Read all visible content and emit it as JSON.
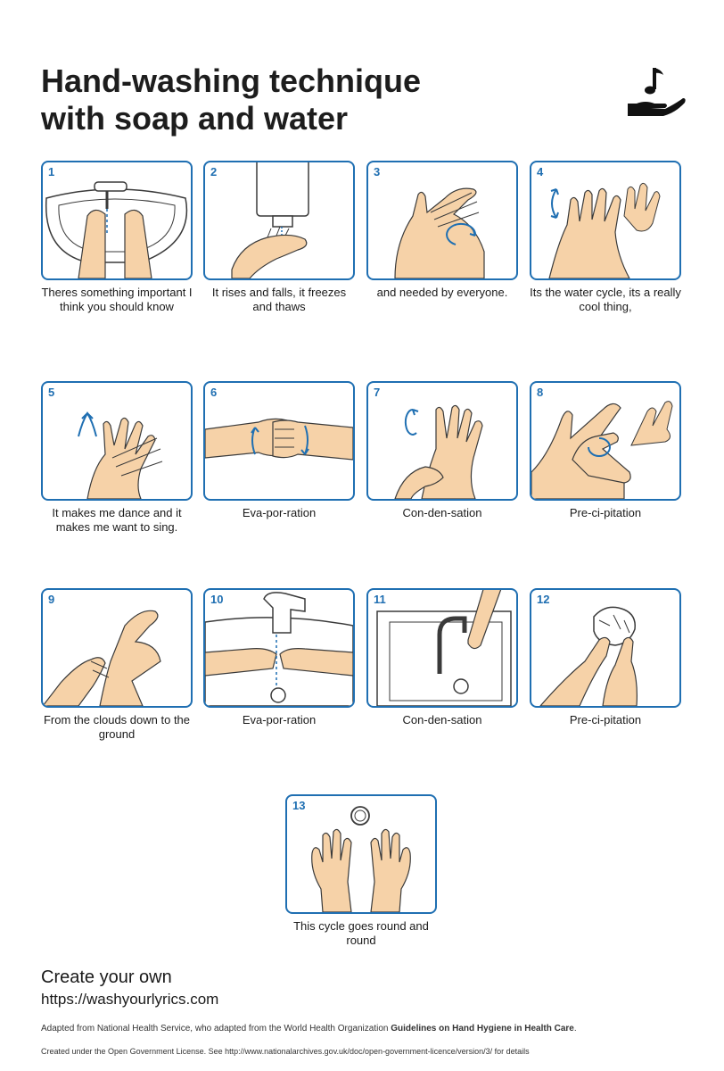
{
  "header": {
    "title_line1": "Hand-washing technique",
    "title_line2": "with soap and water"
  },
  "colors": {
    "accent_blue": "#1f6fb2",
    "skin": "#f6d2a8",
    "outline": "#3a3a3a"
  },
  "logo_icon": "hand-with-music-note-icon",
  "steps": [
    {
      "number": "1",
      "caption": "Theres something important I think you should know",
      "icon": "hands-under-tap-icon"
    },
    {
      "number": "2",
      "caption": "It rises and falls, it freezes and thaws",
      "icon": "soap-dispenser-icon"
    },
    {
      "number": "3",
      "caption": "and needed by everyone.",
      "icon": "palm-to-palm-icon"
    },
    {
      "number": "4",
      "caption": "Its the water cycle, its a really cool thing,",
      "icon": "back-of-hands-icon"
    },
    {
      "number": "5",
      "caption": "It makes me dance and it makes me want to sing.",
      "icon": "interlaced-fingers-icon"
    },
    {
      "number": "6",
      "caption": "Eva-por-ration",
      "icon": "interlocked-fingers-icon"
    },
    {
      "number": "7",
      "caption": "Con-den-sation",
      "icon": "thumb-rotation-icon"
    },
    {
      "number": "8",
      "caption": "Pre-ci-pitation",
      "icon": "fingertips-palm-icon"
    },
    {
      "number": "9",
      "caption": "From the clouds down to the ground",
      "icon": "wrist-rub-icon"
    },
    {
      "number": "10",
      "caption": "Eva-por-ration",
      "icon": "rinse-hands-icon"
    },
    {
      "number": "11",
      "caption": "Con-den-sation",
      "icon": "turn-off-tap-icon"
    },
    {
      "number": "12",
      "caption": "Pre-ci-pitation",
      "icon": "dry-hands-towel-icon"
    },
    {
      "number": "13",
      "caption": "This cycle goes round and round",
      "icon": "clean-hands-icon"
    }
  ],
  "footer": {
    "cta": "Create your own",
    "url": "https://washyourlyrics.com",
    "note_text": "Adapted from National Health Service, who adapted from the World Health Organization ",
    "note_bold": "Guidelines on Hand Hygiene in Health Care",
    "note_end": ".",
    "license": "Created under the Open Government License. See http://www.nationalarchives.gov.uk/doc/open-government-licence/version/3/ for details"
  }
}
